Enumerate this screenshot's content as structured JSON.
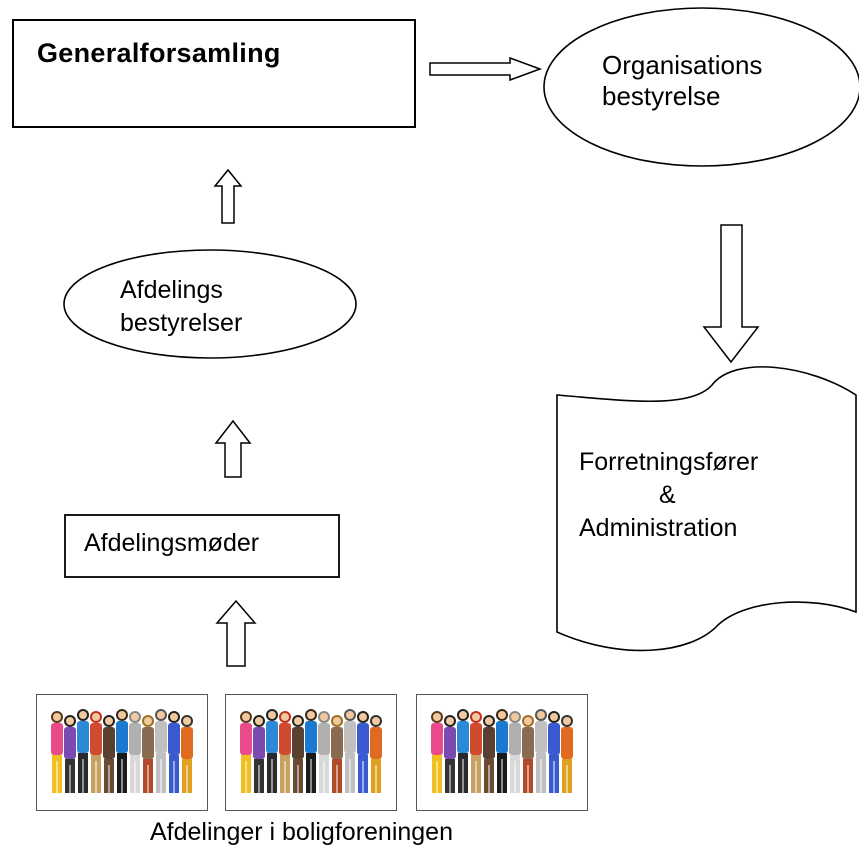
{
  "diagram": {
    "general_assembly": "Generalforsamling",
    "org_board_line1": "Organisations",
    "org_board_line2": "bestyrelse",
    "dept_boards_line1": "Afdelings",
    "dept_boards_line2": "bestyrelser",
    "dept_meetings": "Afdelingsmøder",
    "admin_line1": "Forretningsfører",
    "admin_line2": "&",
    "admin_line3": "Administration",
    "caption": "Afdelinger i boligforeningen"
  },
  "colors": {
    "line": "#000000",
    "background": "#ffffff"
  },
  "icons": [
    "people-group-icon",
    "people-group-icon",
    "people-group-icon"
  ]
}
